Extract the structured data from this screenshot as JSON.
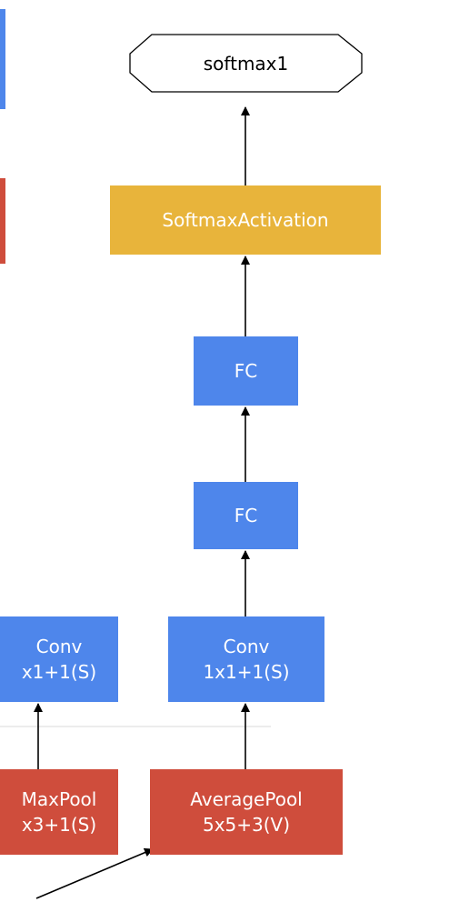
{
  "nodes": {
    "softmax_output": "softmax1",
    "softmax_activation": "SoftmaxActivation",
    "fc_upper": "FC",
    "fc_lower": "FC",
    "conv_right": {
      "line1": "Conv",
      "line2": "1x1+1(S)"
    },
    "conv_left": {
      "line1": "Conv",
      "line2": "x1+1(S)"
    },
    "pool_right": {
      "line1": "AveragePool",
      "line2": "5x5+3(V)"
    },
    "pool_left": {
      "line1": "MaxPool",
      "line2": "x3+1(S)"
    }
  },
  "colors": {
    "conv_fc": "#4e86eb",
    "pool": "#cf4d3c",
    "activation": "#e8b43b",
    "edge": "#000000"
  }
}
